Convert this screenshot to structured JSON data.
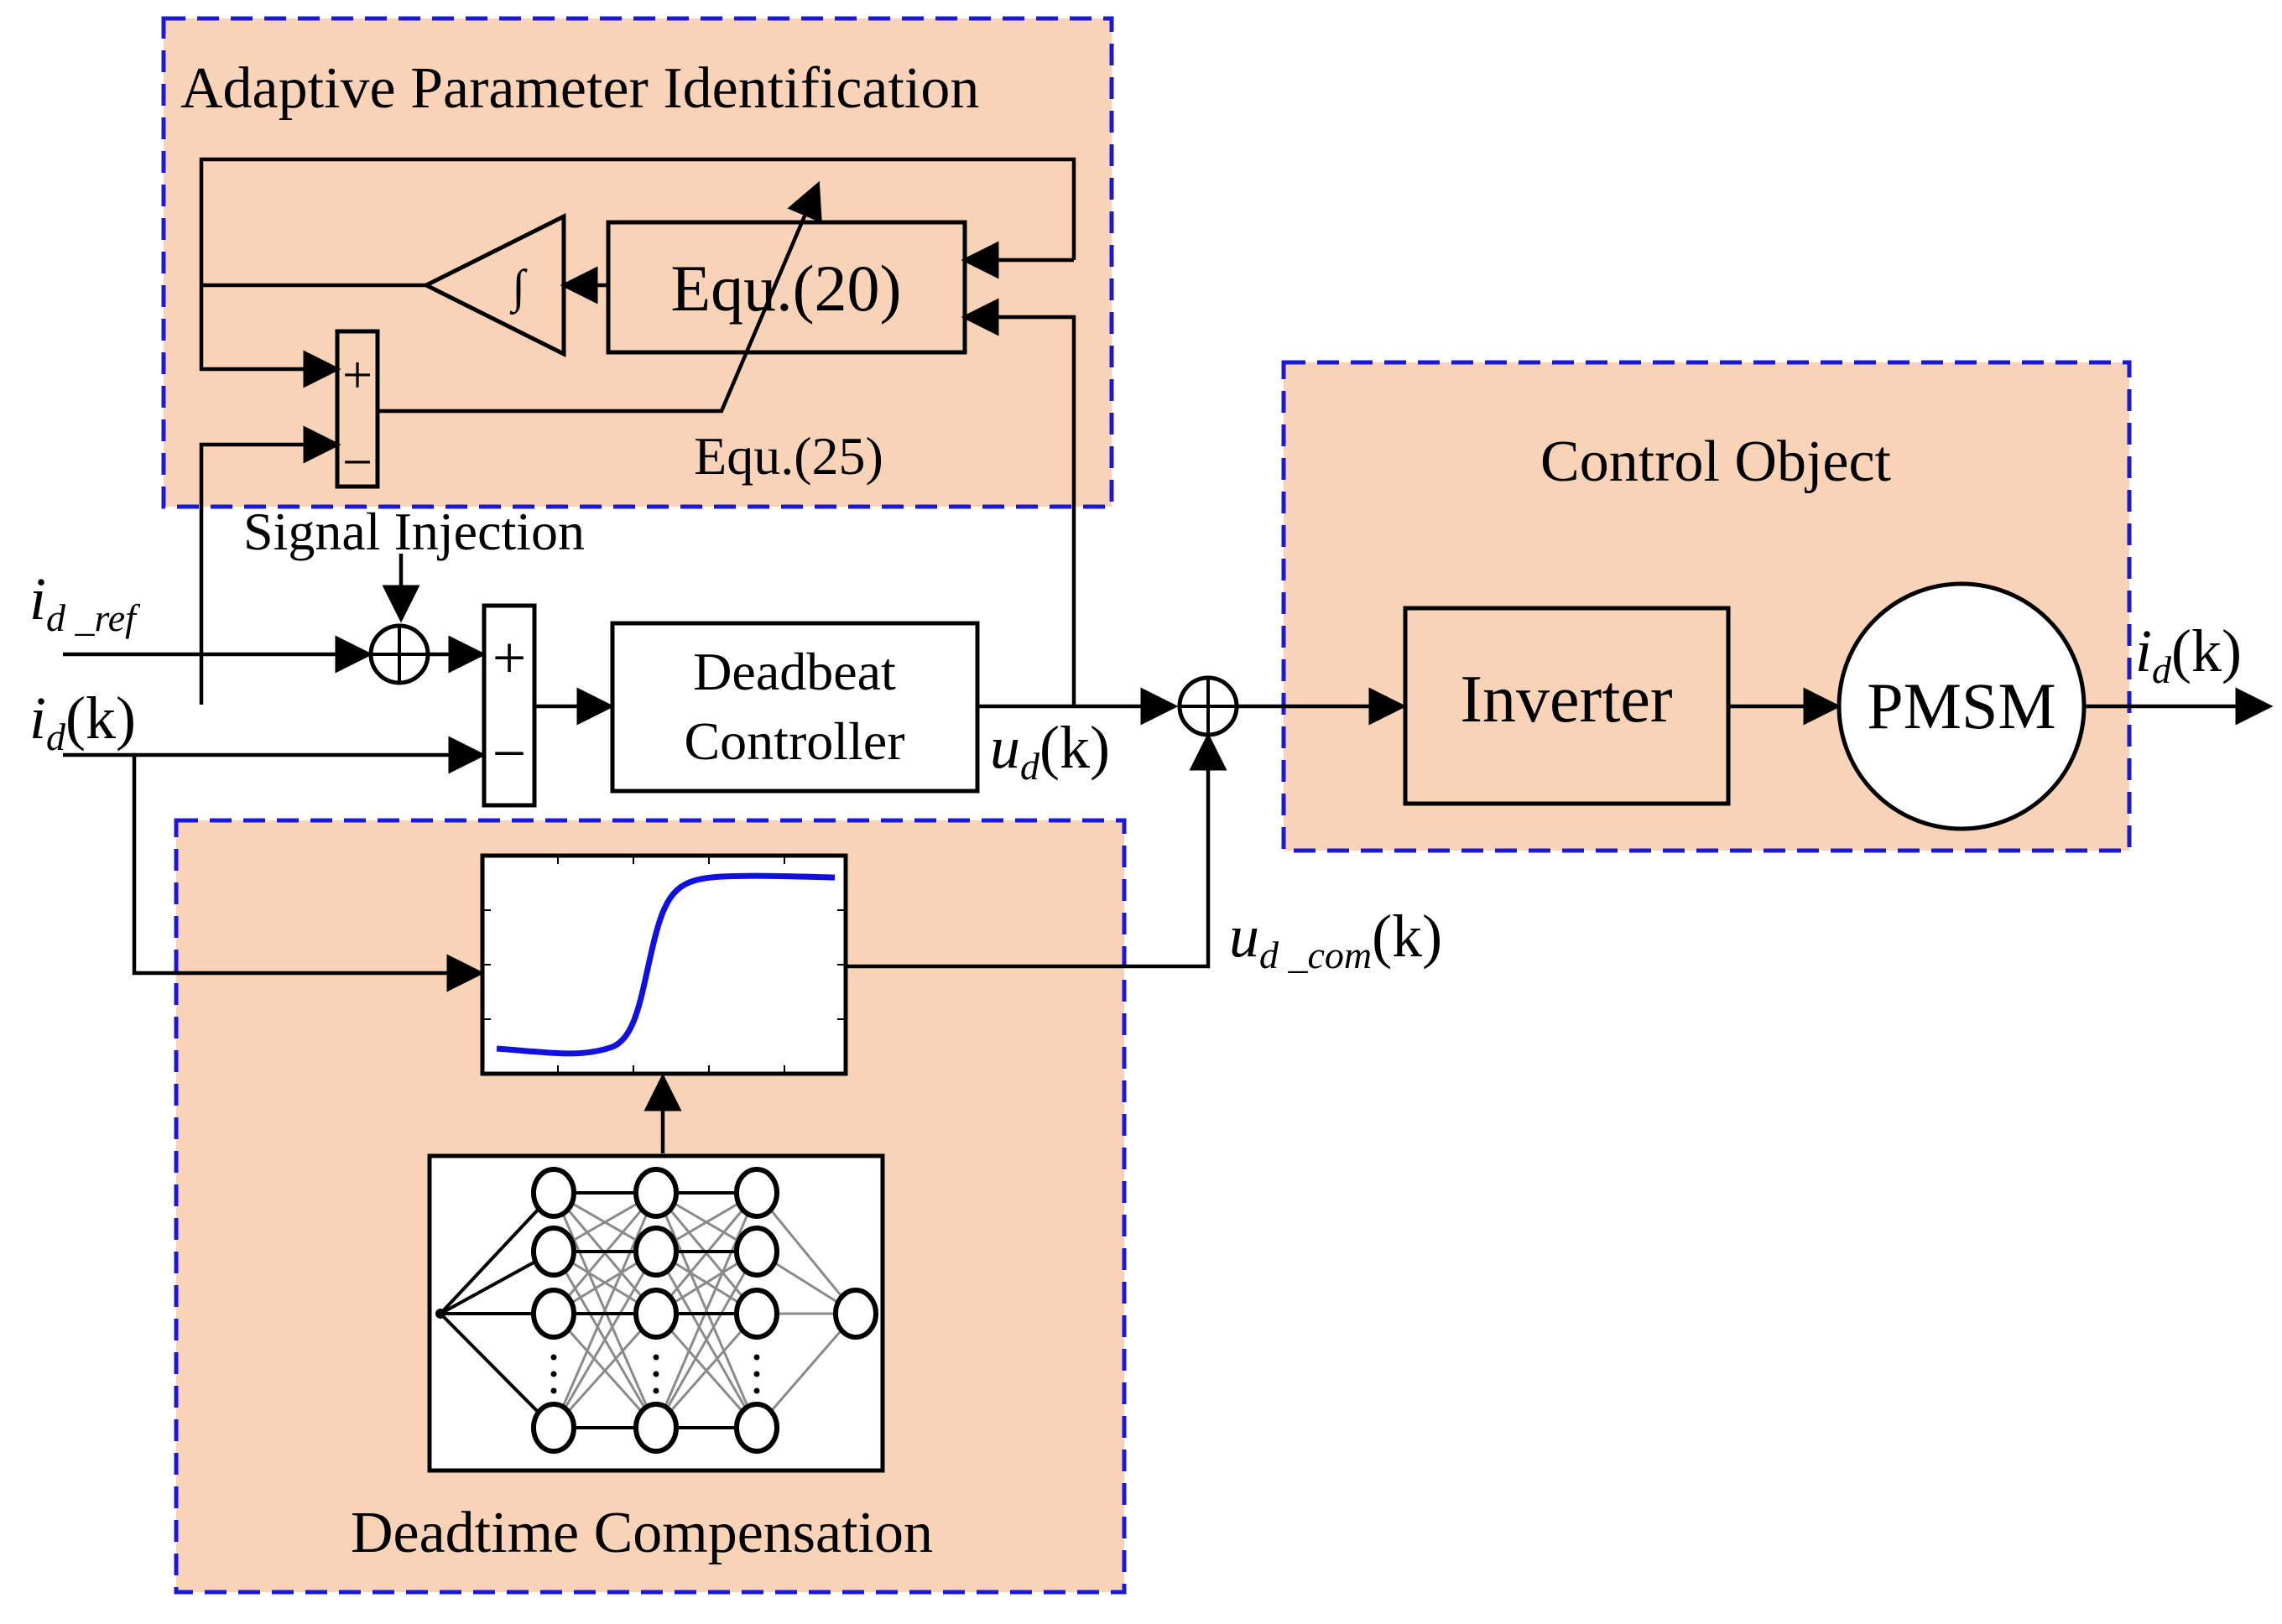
{
  "groups": {
    "adaptive": "Adaptive Parameter Identification",
    "control_object": "Control Object",
    "deadtime": "Deadtime Compensation"
  },
  "blocks": {
    "equ20": "Equ.(20)",
    "equ25": "Equ.(25)",
    "integrator_symbol": "∫",
    "deadbeat_line1": "Deadbeat",
    "deadbeat_line2": "Controller",
    "inverter": "Inverter",
    "pmsm": "PMSM"
  },
  "signals": {
    "signal_injection": "Signal Injection",
    "id_ref": {
      "base": "i",
      "sub": "d _ref"
    },
    "id_k_in": {
      "base": "i",
      "sub": "d",
      "arg": "(k)"
    },
    "ud_k": {
      "base": "u",
      "sub": "d",
      "arg": "(k)"
    },
    "ud_com_k": {
      "base": "u",
      "sub": "d _com",
      "arg": "(k)"
    },
    "id_k_out": {
      "base": "i",
      "sub": "d",
      "arg": "(k)"
    }
  },
  "signs": {
    "plus": "+",
    "minus": "−"
  },
  "colors": {
    "group_fill": "#f8d3b8",
    "group_border": "#1a1ad6",
    "curve": "#1010e0",
    "nn_edges": "#8a8a8a"
  },
  "icons": {
    "summing_junction": "circled-plus-icon",
    "integrator": "integrator-triangle-icon",
    "sigmoid": "sigmoid-curve-icon",
    "neural_network": "neural-network-icon"
  }
}
